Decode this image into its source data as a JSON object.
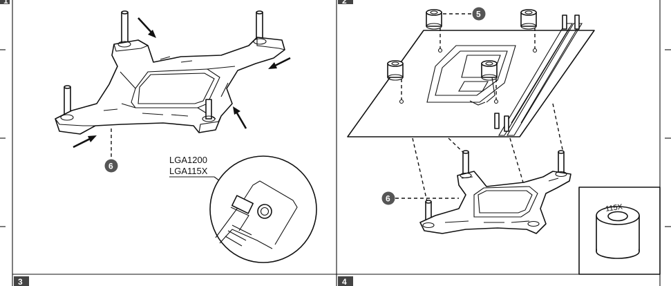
{
  "panels": {
    "p1": {
      "step": "1"
    },
    "p2": {
      "step": "2"
    },
    "p3": {
      "step": "3"
    },
    "p4": {
      "step": "4"
    }
  },
  "callouts": {
    "part5": "5",
    "part6": "6"
  },
  "socket_labels": {
    "line1": "LGA1200",
    "line2": "LGA115X"
  },
  "nut_marking": "115X"
}
